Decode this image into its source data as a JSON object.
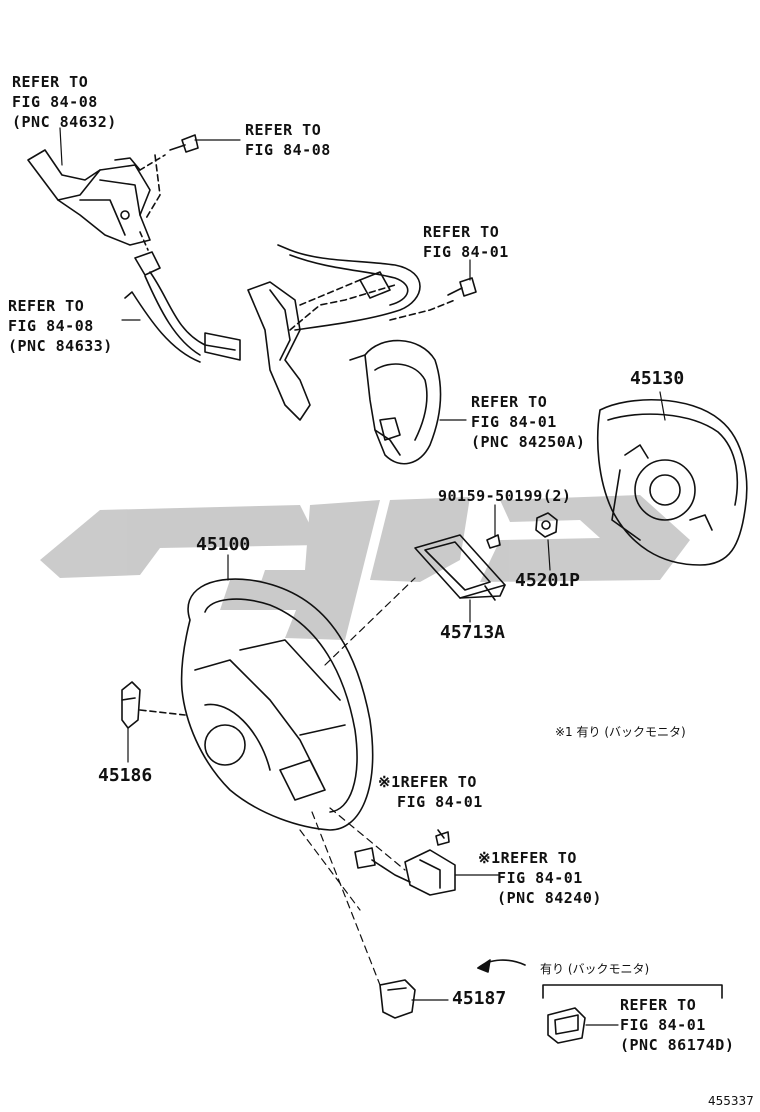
{
  "labels": {
    "refer_lever_top": "REFER TO\nFIG 84-08\n(PNC 84632)",
    "refer_bolt_top": "REFER TO\nFIG 84-08",
    "refer_fig8401_a": "REFER TO\nFIG 84-01",
    "refer_wire_left": "REFER TO\nFIG 84-08\n(PNC 84633)",
    "refer_cover": "REFER TO\nFIG 84-01\n(PNC 84250A)",
    "refer_switch_mid": "※1REFER TO\n  FIG 84-01",
    "refer_switch_low": "※1REFER TO\n  FIG 84-01\n  (PNC 84240)",
    "refer_bottom_right": "REFER TO\nFIG 84-01\n(PNC 86174D)"
  },
  "part_numbers": {
    "airbag": "45130",
    "wheel": "45100",
    "bolt": "90159-50199(2)",
    "nut": "45201P",
    "bracket": "45713A",
    "left_cover": "45186",
    "lower_cover": "45187"
  },
  "notes": {
    "back_monitor_note": "※1 有り (バックモニタ)",
    "back_monitor_arrow": "有り (バックモニタ)"
  },
  "figure_number": "455337",
  "watermark_color": "#c8c8c8"
}
